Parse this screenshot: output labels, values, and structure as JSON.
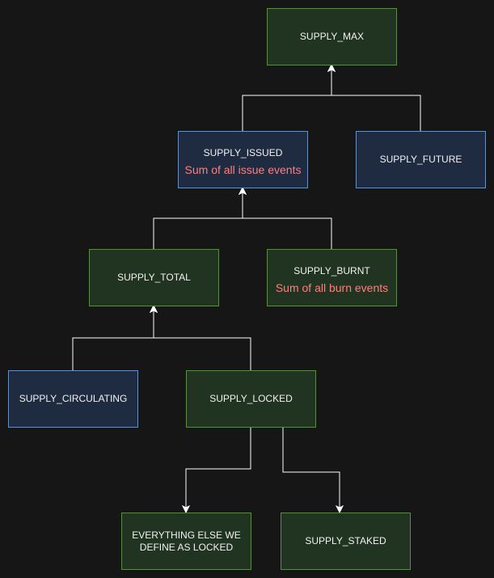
{
  "diagram": {
    "colors": {
      "background": "#161616",
      "green_fill": "#213321",
      "green_stroke": "#5c8a4a",
      "blue_fill": "#1e2b40",
      "blue_stroke": "#6c8ebf",
      "annotation": "#ff7f7f",
      "edge": "#ffffff"
    },
    "nodes": {
      "supply_max": {
        "label": "SUPPLY_MAX"
      },
      "supply_issued": {
        "label": "SUPPLY_ISSUED",
        "note": "Sum of all issue events"
      },
      "supply_future": {
        "label": "SUPPLY_FUTURE"
      },
      "supply_total": {
        "label": "SUPPLY_TOTAL"
      },
      "supply_burnt": {
        "label": "SUPPLY_BURNT",
        "note": "Sum of all burn events"
      },
      "supply_circulating": {
        "label": "SUPPLY_CIRCULATING"
      },
      "supply_locked": {
        "label": "SUPPLY_LOCKED"
      },
      "everything_else": {
        "label": "EVERYTHING ELSE WE\nDEFINE AS LOCKED"
      },
      "supply_staked": {
        "label": "SUPPLY_STAKED"
      }
    }
  }
}
